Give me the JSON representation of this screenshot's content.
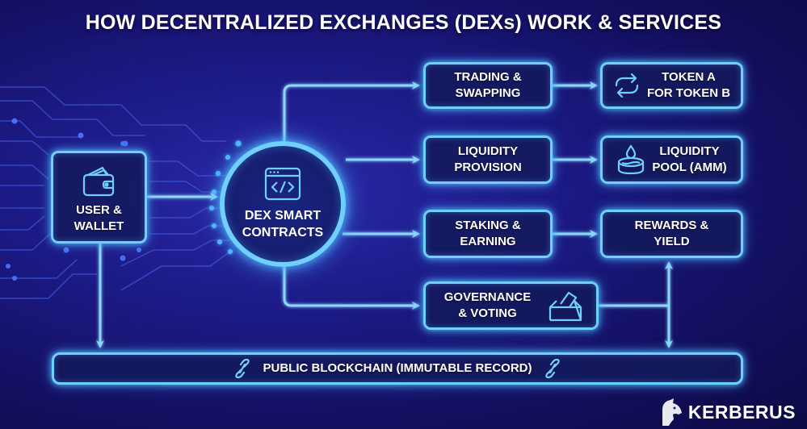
{
  "title": "HOW DECENTRALIZED EXCHANGES (DEXs) WORK & SERVICES",
  "nodes": {
    "user_wallet": {
      "label": "USER &\nWALLET",
      "icon": "wallet-icon"
    },
    "dex": {
      "label": "DEX SMART\nCONTRACTS",
      "icon": "code-window-icon"
    },
    "trading": {
      "label": "TRADING &\nSWAPPING"
    },
    "token_swap": {
      "label": "TOKEN A\nFOR TOKEN B",
      "icon": "swap-arrows-icon"
    },
    "liquidity_provision": {
      "label": "LIQUIDITY\nPROVISION"
    },
    "liquidity_pool": {
      "label": "LIQUIDITY\nPOOL (AMM)",
      "icon": "liquidity-pool-icon"
    },
    "staking": {
      "label": "STAKING &\nEARNING"
    },
    "rewards": {
      "label": "REWARDS &\nYIELD"
    },
    "governance": {
      "label": "GOVERNANCE\n& VOTING",
      "icon": "ballot-box-icon"
    },
    "blockchain": {
      "label": "PUBLIC BLOCKCHAIN (IMMUTABLE RECORD)",
      "icon": "chain-link-icon"
    }
  },
  "edges": [
    [
      "user_wallet",
      "dex"
    ],
    [
      "user_wallet",
      "blockchain"
    ],
    [
      "dex",
      "trading"
    ],
    [
      "dex",
      "liquidity_provision"
    ],
    [
      "dex",
      "staking"
    ],
    [
      "dex",
      "governance"
    ],
    [
      "trading",
      "token_swap"
    ],
    [
      "liquidity_provision",
      "liquidity_pool"
    ],
    [
      "staking",
      "rewards"
    ],
    [
      "governance",
      "rewards"
    ],
    [
      "governance",
      "blockchain"
    ]
  ],
  "brand": {
    "name": "KERBERUS"
  },
  "colors": {
    "accent": "#6fd0ff",
    "background": "#1c1a86"
  }
}
